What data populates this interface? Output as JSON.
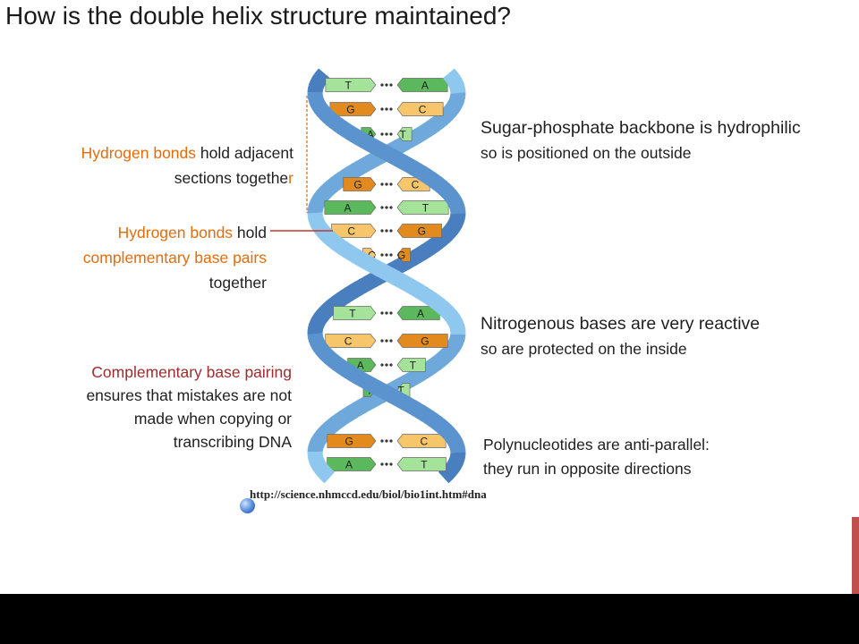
{
  "slide": {
    "title": "How is the double helix structure maintained?",
    "left_labels": {
      "hbond_adjacent": {
        "highlight": "Hydrogen bonds",
        "rest1": " hold adjacent",
        "line2_a": "sections togethe",
        "line2_b": "r"
      },
      "hbond_pairs": {
        "highlight1": "Hydrogen bonds",
        "rest1": " hold",
        "highlight2": "complementary base pairs",
        "line3": "together"
      },
      "comp_pairing": {
        "highlight": "Complementary base pairing",
        "line2": "ensures that mistakes are not",
        "line3": "made when copying or",
        "line4": "transcribing DNA"
      }
    },
    "right_labels": {
      "backbone": {
        "line1": "Sugar-phosphate backbone is hydrophilic",
        "line2": "so is positioned on the outside"
      },
      "bases": {
        "line1": "Nitrogenous bases are very reactive",
        "line2": "so are protected on the inside"
      },
      "antiparallel": {
        "line1": "Polynucleotides are anti-parallel:",
        "line2": "they run in opposite directions"
      }
    },
    "source_url": "http://science.nhmccd.edu/biol/bio1int.htm#dna"
  },
  "diagram": {
    "base_pairs": [
      [
        "T",
        "A"
      ],
      [
        "G",
        "C"
      ],
      [
        "A",
        "T"
      ],
      [
        "G",
        "C"
      ],
      [
        "A",
        "T"
      ],
      [
        "C",
        "G"
      ],
      [
        "C",
        "G"
      ],
      [
        "T",
        "A"
      ],
      [
        "C",
        "G"
      ],
      [
        "A",
        "T"
      ],
      [
        "A",
        "T"
      ],
      [
        "G",
        "C"
      ],
      [
        "A",
        "T"
      ]
    ],
    "colors": {
      "A": "#5cb85c",
      "T": "#a6e39a",
      "G": "#e38a1e",
      "C": "#f7c66b",
      "strand_light": "#8fc8ee",
      "strand_dark": "#5b93cf",
      "annotation_orange": "#e46c0a",
      "annotation_red": "#c0392b"
    }
  }
}
